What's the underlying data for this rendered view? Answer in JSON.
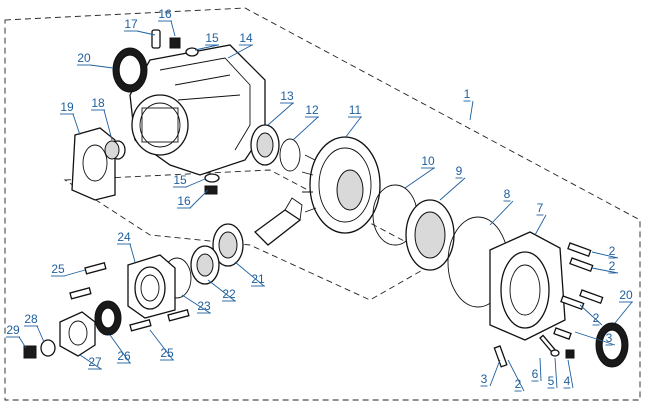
{
  "diagram": {
    "callouts": [
      {
        "id": "c1",
        "label": "1"
      },
      {
        "id": "c2a",
        "label": "2"
      },
      {
        "id": "c2b",
        "label": "2"
      },
      {
        "id": "c2c",
        "label": "2"
      },
      {
        "id": "c2d",
        "label": "2"
      },
      {
        "id": "c3a",
        "label": "3"
      },
      {
        "id": "c3b",
        "label": "3"
      },
      {
        "id": "c4",
        "label": "4"
      },
      {
        "id": "c5",
        "label": "5"
      },
      {
        "id": "c6",
        "label": "6"
      },
      {
        "id": "c7",
        "label": "7"
      },
      {
        "id": "c8",
        "label": "8"
      },
      {
        "id": "c9",
        "label": "9"
      },
      {
        "id": "c10",
        "label": "10"
      },
      {
        "id": "c11",
        "label": "11"
      },
      {
        "id": "c12",
        "label": "12"
      },
      {
        "id": "c13",
        "label": "13"
      },
      {
        "id": "c14",
        "label": "14"
      },
      {
        "id": "c15a",
        "label": "15"
      },
      {
        "id": "c15b",
        "label": "15"
      },
      {
        "id": "c16a",
        "label": "16"
      },
      {
        "id": "c16b",
        "label": "16"
      },
      {
        "id": "c17",
        "label": "17"
      },
      {
        "id": "c18",
        "label": "18"
      },
      {
        "id": "c19",
        "label": "19"
      },
      {
        "id": "c20a",
        "label": "20"
      },
      {
        "id": "c20b",
        "label": "20"
      },
      {
        "id": "c21",
        "label": "21"
      },
      {
        "id": "c22",
        "label": "22"
      },
      {
        "id": "c23",
        "label": "23"
      },
      {
        "id": "c24",
        "label": "24"
      },
      {
        "id": "c25a",
        "label": "25"
      },
      {
        "id": "c25b",
        "label": "25"
      },
      {
        "id": "c26",
        "label": "26"
      },
      {
        "id": "c27",
        "label": "27"
      },
      {
        "id": "c28",
        "label": "28"
      },
      {
        "id": "c29",
        "label": "29"
      }
    ],
    "colors": {
      "callout": "#1f5f9e",
      "line": "#111111"
    }
  }
}
